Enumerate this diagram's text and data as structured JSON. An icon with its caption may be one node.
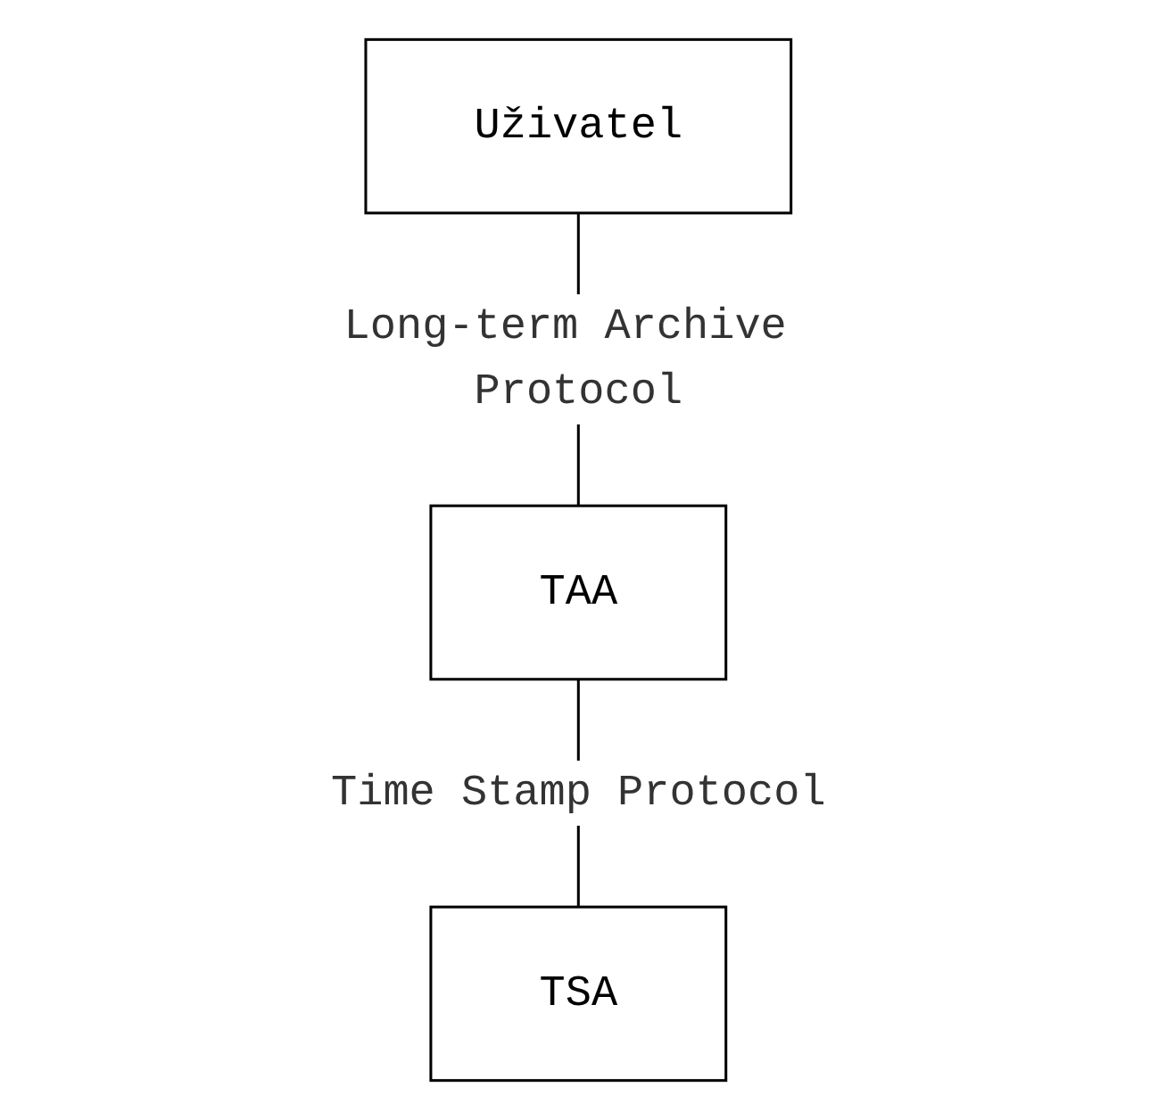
{
  "diagram": {
    "nodes": [
      {
        "text": [
          "Uživatel"
        ]
      },
      {
        "text": [
          "TAA"
        ]
      },
      {
        "text": [
          "TSA"
        ]
      }
    ],
    "edges": [
      {
        "from": 0,
        "to": 1,
        "arrow": "none",
        "label": "Long-term Archive Protocol"
      },
      {
        "from": 1,
        "to": 2,
        "arrow": "none",
        "label": "Time Stamp Protocol"
      }
    ]
  }
}
